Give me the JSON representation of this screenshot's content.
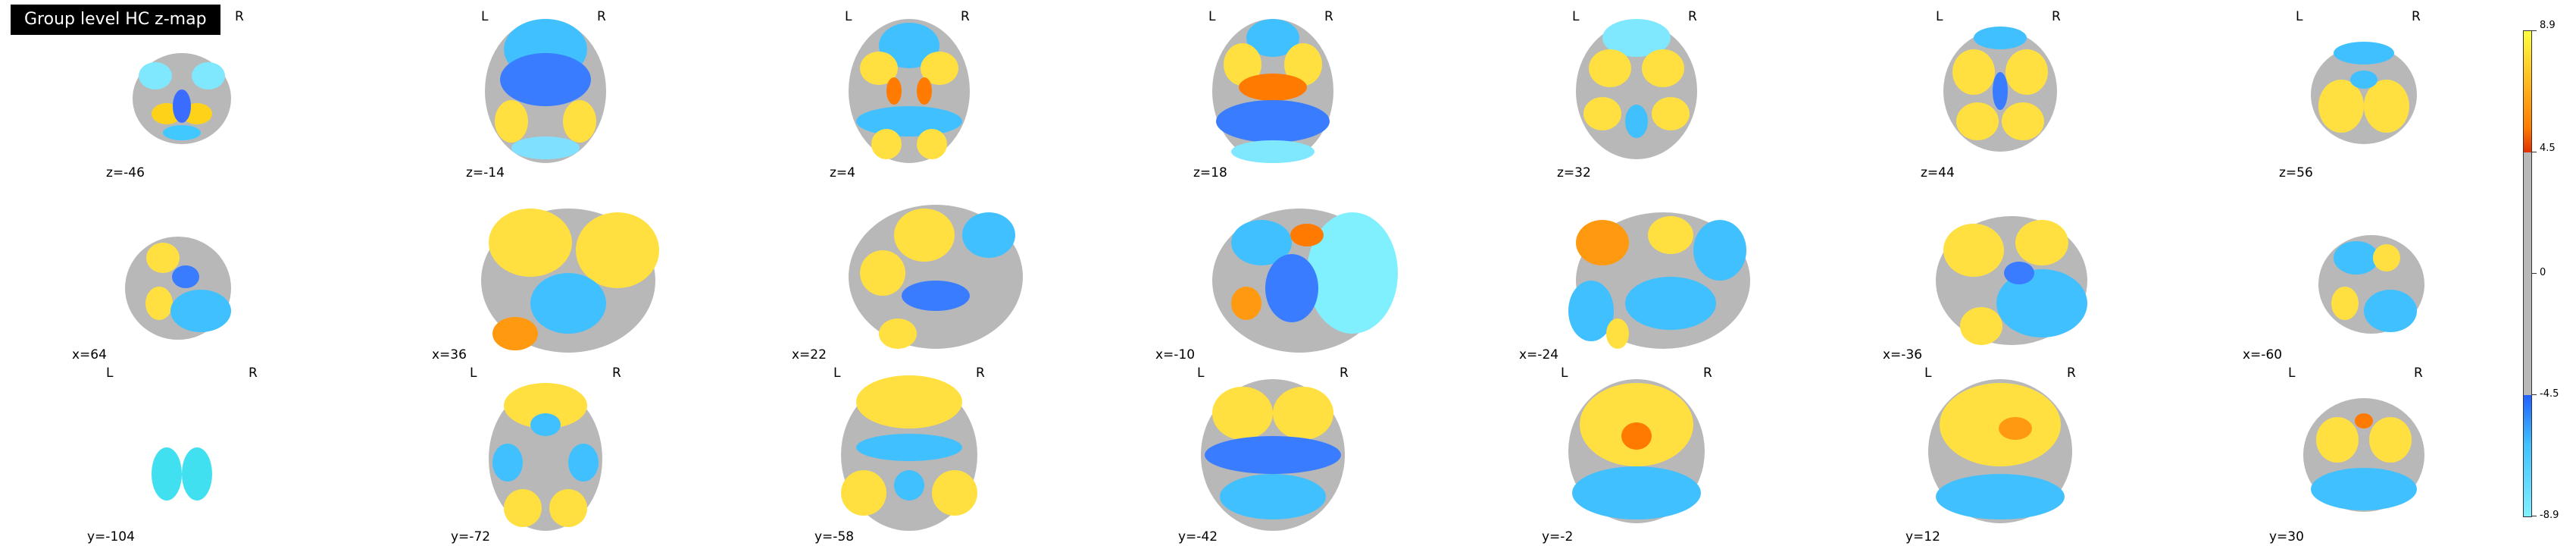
{
  "figure": {
    "title": "Group level HC z-map",
    "orientation_labels": {
      "left": "L",
      "right": "R"
    }
  },
  "rows": [
    {
      "view": "axial",
      "cuts": [
        "z=-46",
        "z=-14",
        "z=4",
        "z=18",
        "z=32",
        "z=44",
        "z=56"
      ]
    },
    {
      "view": "sagittal",
      "cuts": [
        "x=64",
        "x=36",
        "x=22",
        "x=-10",
        "x=-24",
        "x=-36",
        "x=-60"
      ]
    },
    {
      "view": "coronal",
      "cuts": [
        "y=-104",
        "y=-72",
        "y=-58",
        "y=-42",
        "y=-2",
        "y=12",
        "y=30"
      ]
    }
  ],
  "colorbar": {
    "ticks": [
      "8.9",
      "4.5",
      "0",
      "-4.5",
      "-8.9"
    ],
    "threshold": 4.5,
    "colors": {
      "positive_high": "#ffff40",
      "positive_mid": "#ff7a00",
      "positive_low": "#e03000",
      "negative_low": "#2060ff",
      "negative_mid": "#40c0ff",
      "negative_high": "#80f0ff",
      "background": "#b8b8b8"
    }
  }
}
